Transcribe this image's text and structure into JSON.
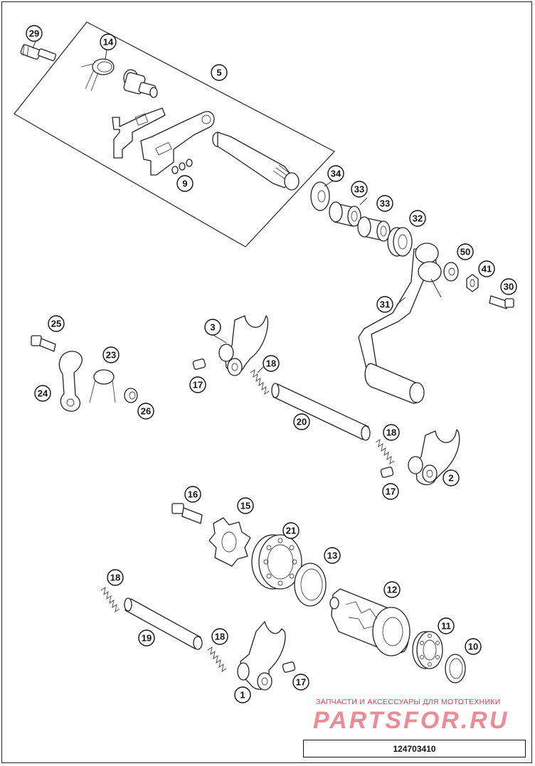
{
  "callouts": {
    "p29": "29",
    "p14": "14",
    "p5": "5",
    "p9": "9",
    "p34": "34",
    "p33a": "33",
    "p33b": "33",
    "p32": "32",
    "p50": "50",
    "p41": "41",
    "p30": "30",
    "p31": "31",
    "p25": "25",
    "p23": "23",
    "p24": "24",
    "p26": "26",
    "p3": "3",
    "p18a": "18",
    "p17a": "17",
    "p20": "20",
    "p18b": "18",
    "p2": "2",
    "p17b": "17",
    "p16": "16",
    "p15": "15",
    "p21": "21",
    "p13": "13",
    "p12": "12",
    "p11": "11",
    "p10": "10",
    "p18c": "18",
    "p19": "19",
    "p18d": "18",
    "p1": "1",
    "p17c": "17"
  },
  "watermark": {
    "subtitle": "ЗАПЧАСТИ И АКСЕССУАРЫ ДЛЯ МОТОТЕХНИКИ",
    "brand": "PARTSFOR.RU"
  },
  "catalog_number": "124703410",
  "colors": {
    "line": "#222222",
    "watermark_text": "#e03c4a",
    "watermark_brand": "#ef8a96"
  }
}
